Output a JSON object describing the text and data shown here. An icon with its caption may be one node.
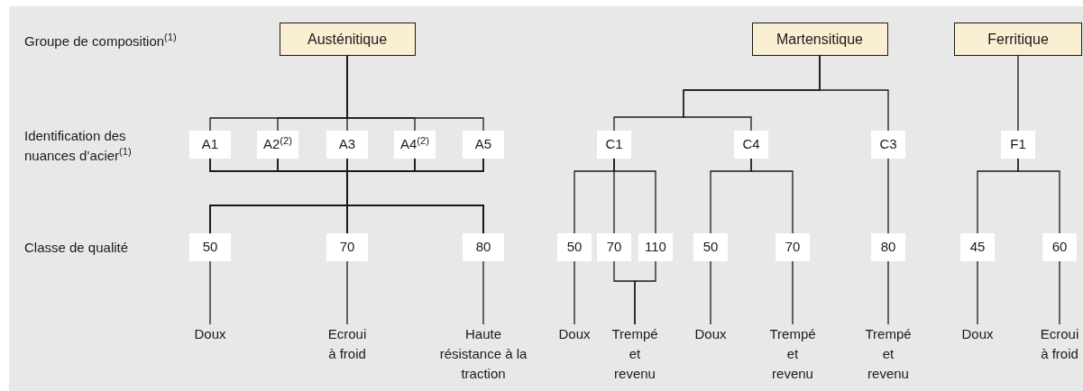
{
  "diagram": {
    "nodes": [
      {
        "text": [
          "Austénitique"
        ]
      },
      {
        "text": [
          "Martensitique"
        ]
      },
      {
        "text": [
          "Ferritique"
        ]
      },
      {
        "text": [
          "A1"
        ]
      },
      {
        "text": [
          "A2$^{(2)}$"
        ]
      },
      {
        "text": [
          "A3"
        ]
      },
      {
        "text": [
          "A4$^{(2)}$"
        ]
      },
      {
        "text": [
          "A5"
        ]
      },
      {
        "text": [
          "C1"
        ]
      },
      {
        "text": [
          "C4"
        ]
      },
      {
        "text": [
          "C3"
        ]
      },
      {
        "text": [
          "F1"
        ]
      },
      {
        "text": [
          "50"
        ]
      },
      {
        "text": [
          "70"
        ]
      },
      {
        "text": [
          "80"
        ]
      },
      {
        "text": [
          "50"
        ]
      },
      {
        "text": [
          "70"
        ]
      },
      {
        "text": [
          "110"
        ]
      },
      {
        "text": [
          "50"
        ]
      },
      {
        "text": [
          "70"
        ]
      },
      {
        "text": [
          "80"
        ]
      },
      {
        "text": [
          "45"
        ]
      },
      {
        "text": [
          "60"
        ]
      },
      {
        "text": [
          "Doux"
        ]
      },
      {
        "text": [
          "Ecroui à froid"
        ]
      },
      {
        "text": [
          "Haute résistance à la traction"
        ]
      },
      {
        "text": [
          "Doux"
        ]
      },
      {
        "text": [
          "Trempé et revenu"
        ]
      },
      {
        "text": [
          "Doux"
        ]
      },
      {
        "text": [
          "Trempé et revenu"
        ]
      },
      {
        "text": [
          "Trempé et revenu"
        ]
      },
      {
        "text": [
          "Doux"
        ]
      },
      {
        "text": [
          "Ecroui à froid"
        ]
      }
    ],
    "edges": [
      {
        "from": 0,
        "to": 3,
        "arrow": "none"
      },
      {
        "from": 0,
        "to": 4,
        "arrow": "none"
      },
      {
        "from": 0,
        "to": 5,
        "arrow": "none"
      },
      {
        "from": 0,
        "to": 6,
        "arrow": "none"
      },
      {
        "from": 0,
        "to": 7,
        "arrow": "none"
      },
      {
        "from": 3,
        "to": 12,
        "arrow": "none"
      },
      {
        "from": 3,
        "to": 13,
        "arrow": "none"
      },
      {
        "from": 3,
        "to": 14,
        "arrow": "none"
      },
      {
        "from": 4,
        "to": 12,
        "arrow": "none"
      },
      {
        "from": 4,
        "to": 13,
        "arrow": "none"
      },
      {
        "from": 4,
        "to": 14,
        "arrow": "none"
      },
      {
        "from": 5,
        "to": 12,
        "arrow": "none"
      },
      {
        "from": 5,
        "to": 13,
        "arrow": "none"
      },
      {
        "from": 5,
        "to": 14,
        "arrow": "none"
      },
      {
        "from": 6,
        "to": 12,
        "arrow": "none"
      },
      {
        "from": 6,
        "to": 13,
        "arrow": "none"
      },
      {
        "from": 6,
        "to": 14,
        "arrow": "none"
      },
      {
        "from": 7,
        "to": 12,
        "arrow": "none"
      },
      {
        "from": 7,
        "to": 13,
        "arrow": "none"
      },
      {
        "from": 7,
        "to": 14,
        "arrow": "none"
      },
      {
        "from": 1,
        "to": 8,
        "arrow": "none"
      },
      {
        "from": 1,
        "to": 9,
        "arrow": "none"
      },
      {
        "from": 1,
        "to": 10,
        "arrow": "none"
      },
      {
        "from": 2,
        "to": 11,
        "arrow": "none"
      },
      {
        "from": 8,
        "to": 15,
        "arrow": "none"
      },
      {
        "from": 8,
        "to": 16,
        "arrow": "none"
      },
      {
        "from": 8,
        "to": 17,
        "arrow": "none"
      },
      {
        "from": 9,
        "to": 18,
        "arrow": "none"
      },
      {
        "from": 9,
        "to": 19,
        "arrow": "none"
      },
      {
        "from": 10,
        "to": 20,
        "arrow": "none"
      },
      {
        "from": 11,
        "to": 21,
        "arrow": "none"
      },
      {
        "from": 11,
        "to": 22,
        "arrow": "none"
      },
      {
        "from": 12,
        "to": 23,
        "arrow": "none"
      },
      {
        "from": 13,
        "to": 24,
        "arrow": "none"
      },
      {
        "from": 14,
        "to": 25,
        "arrow": "none"
      },
      {
        "from": 15,
        "to": 26,
        "arrow": "none"
      },
      {
        "from": 16,
        "to": 27,
        "arrow": "none"
      },
      {
        "from": 17,
        "to": 27,
        "arrow": "none"
      },
      {
        "from": 18,
        "to": 28,
        "arrow": "none"
      },
      {
        "from": 19,
        "to": 29,
        "arrow": "none"
      },
      {
        "from": 20,
        "to": 30,
        "arrow": "none"
      },
      {
        "from": 21,
        "to": 31,
        "arrow": "none"
      },
      {
        "from": 22,
        "to": 32,
        "arrow": "none"
      }
    ],
    "labels": [
      "Groupe de composition$^{(1)}$",
      "Identification des nuances d’acier$^{(1)}$",
      "Classe de qualité"
    ]
  }
}
